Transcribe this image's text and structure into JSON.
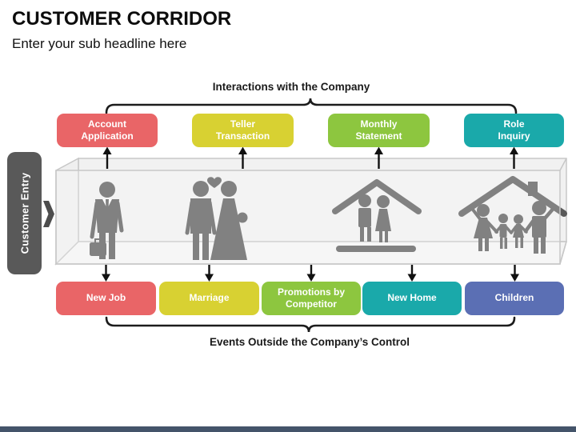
{
  "slide": {
    "title": "CUSTOMER CORRIDOR",
    "subtitle": "Enter your sub headline here",
    "background_color": "#FFFFFF"
  },
  "top_section": {
    "bracket_label": "Interactions with the Company",
    "boxes": [
      {
        "label": "Account\nApplication",
        "color": "#E96567"
      },
      {
        "label": "Teller\nTransaction",
        "color": "#D8D132"
      },
      {
        "label": "Monthly\nStatement",
        "color": "#8DC63F"
      },
      {
        "label": "Role\nInquiry",
        "color": "#1AA9AA"
      }
    ]
  },
  "corridor": {
    "entry_label": "Customer Entry",
    "entry_color": "#595959",
    "icon_color": "#595959",
    "stage_icons": [
      "businessman-icon",
      "wedding-couple-icon",
      "couple-under-roof-icon",
      "family-with-children-icon"
    ]
  },
  "bottom_section": {
    "bracket_label": "Events Outside the Company’s Control",
    "boxes": [
      {
        "label": "New Job",
        "color": "#E96567"
      },
      {
        "label": "Marriage",
        "color": "#D8D132"
      },
      {
        "label": "Promotions by\nCompetitor",
        "color": "#8DC63F"
      },
      {
        "label": "New Home",
        "color": "#1AA9AA"
      },
      {
        "label": "Children",
        "color": "#5B6FB4"
      }
    ]
  },
  "footer": {
    "bar_color": "#44546A"
  }
}
